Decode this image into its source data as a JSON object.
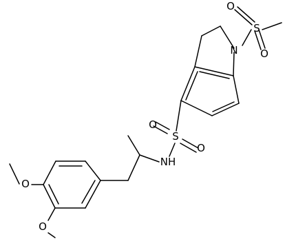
{
  "structure": {
    "colors": {
      "bond": "#000000",
      "background": "#ffffff"
    },
    "atom_labels": {
      "n_indoline": "N",
      "s_mesyl": "S",
      "o_mesyl_1": "O",
      "o_mesyl_2": "O",
      "s_sulfonamide": "S",
      "o_sulfonamide_1": "O",
      "o_sulfonamide_2": "O",
      "nh_sulfonamide": "NH",
      "o_methoxy_top": "O",
      "o_methoxy_bottom": "O"
    }
  }
}
